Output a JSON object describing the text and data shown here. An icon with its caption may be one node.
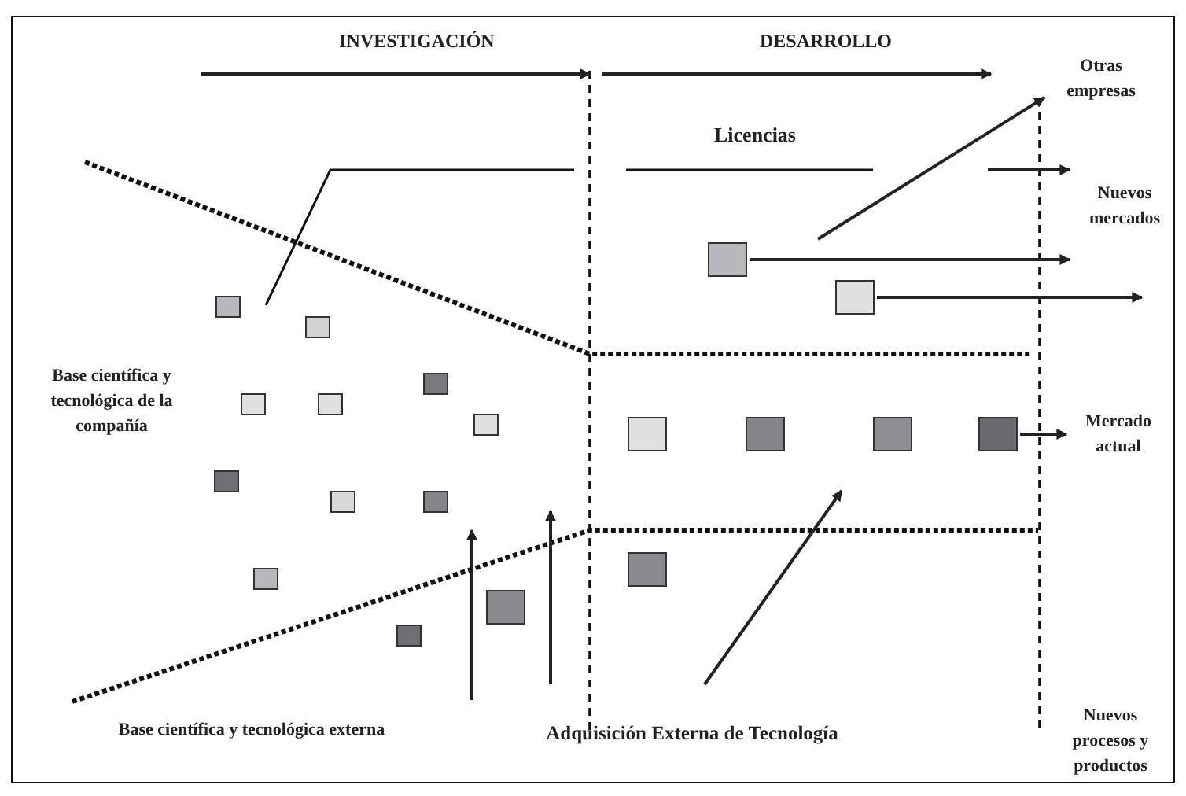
{
  "diagram": {
    "nodes": [
      {
        "text": [
          "Otras empresas"
        ]
      },
      {
        "text": [
          "Nuevos mercados"
        ]
      },
      {
        "text": [
          "Mercado actual"
        ]
      },
      {
        "text": [],
        "shape": "box"
      },
      {
        "text": [],
        "shape": "box"
      },
      {
        "text": [],
        "shape": "box"
      },
      {
        "text": [],
        "shape": "box"
      },
      {
        "text": [],
        "shape": "box"
      },
      {
        "text": [],
        "shape": "box"
      },
      {
        "text": [],
        "shape": "box"
      },
      {
        "text": [],
        "shape": "box"
      },
      {
        "text": [],
        "shape": "box"
      },
      {
        "text": [],
        "shape": "box"
      },
      {
        "text": [],
        "shape": "box"
      },
      {
        "text": [],
        "shape": "box"
      },
      {
        "text": [],
        "shape": "box"
      },
      {
        "text": [],
        "shape": "box"
      },
      {
        "text": [],
        "shape": "box"
      },
      {
        "text": [],
        "shape": "box"
      },
      {
        "text": [],
        "shape": "box"
      },
      {
        "text": [],
        "shape": "box"
      },
      {
        "text": [],
        "shape": "box"
      }
    ],
    "edges": [
      {
        "from": null,
        "to": 0,
        "arrow": "to"
      },
      {
        "from": null,
        "to": 1,
        "arrow": "to"
      },
      {
        "from": 16,
        "to": 1,
        "arrow": "to"
      },
      {
        "from": 17,
        "to": null,
        "arrow": "to"
      },
      {
        "from": 21,
        "to": 2,
        "arrow": "to"
      }
    ],
    "labels": [
      "INVESTIGACIÓN",
      "DESARROLLO",
      "Licencias",
      "Base científica y tecnológica de la compañía",
      "Base científica y tecnológica externa",
      "Adquisición Externa de Tecnología",
      "Nuevos procesos y productos"
    ]
  }
}
